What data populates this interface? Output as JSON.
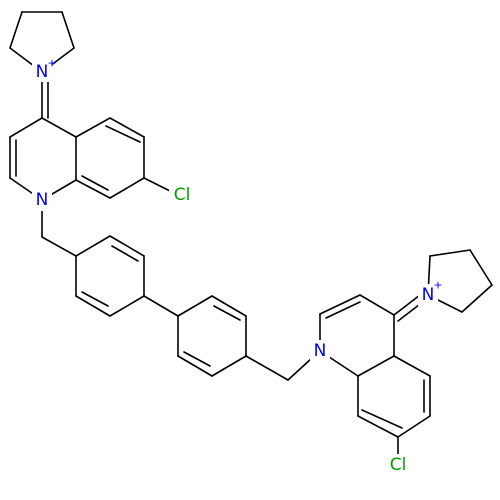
{
  "atoms": {
    "n1": {
      "element": "N",
      "label": "N",
      "charge": "+"
    },
    "n2": {
      "element": "N",
      "label": "N",
      "charge": ""
    },
    "cl1": {
      "element": "Cl",
      "label": "Cl",
      "charge": ""
    },
    "n3": {
      "element": "N",
      "label": "N",
      "charge": "+"
    },
    "n4": {
      "element": "N",
      "label": "N",
      "charge": ""
    },
    "cl2": {
      "element": "Cl",
      "label": "Cl",
      "charge": ""
    }
  },
  "colors": {
    "bond": "#000000",
    "nitrogen": "#0000FF",
    "chlorine": "#00A000",
    "background": "#FFFFFF"
  }
}
